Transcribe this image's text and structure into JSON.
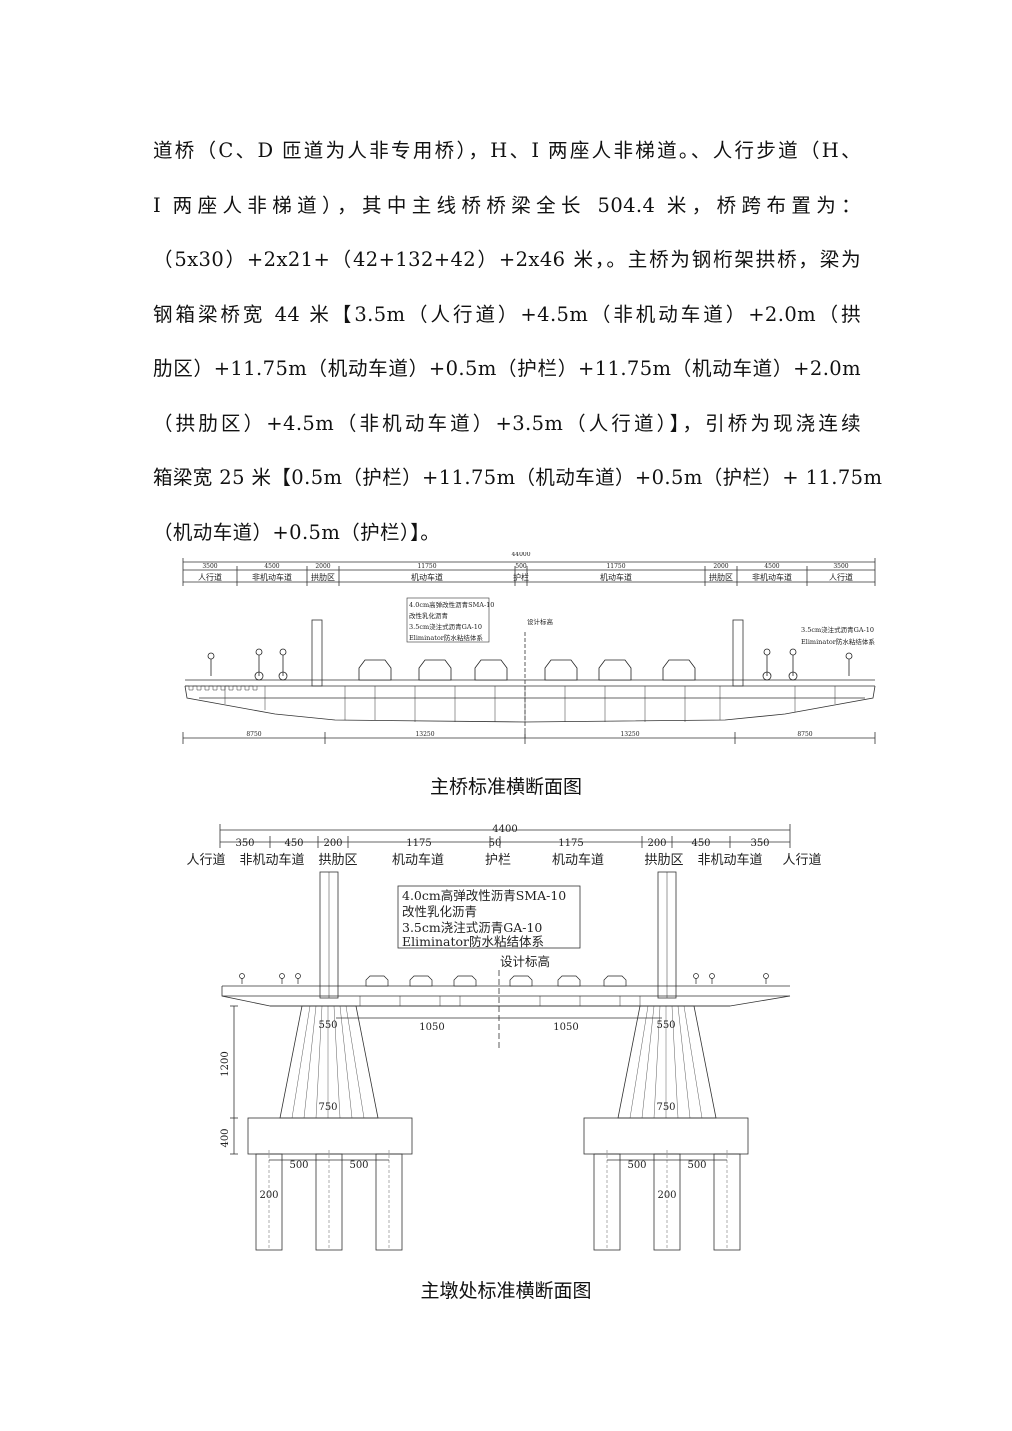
{
  "paragraph": {
    "lines": [
      "道桥（C、D 匝道为人非专用桥），H、I 两座人非梯道。、人行步道（H、",
      "I 两座人非梯道），其中主线桥桥梁全长 504.4 米，桥跨布置为：",
      "（5x30）+2x21+（42+132+42）+2x46 米，。主桥为钢桁架拱桥，梁为",
      "钢箱梁桥宽 44 米【3.5m（人行道）+4.5m（非机动车道）+2.0m（拱",
      "肋区）+11.75m（机动车道）+0.5m（护栏）+11.75m（机动车道）+2.0m",
      "（拱肋区）+4.5m（非机动车道）+3.5m（人行道）】，引桥为现浇连续",
      "箱梁宽 25 米【0.5m（护栏）+11.75m（机动车道）+0.5m（护栏）+ 11.75m",
      "（机动车道）+0.5m（护栏）】。"
    ]
  },
  "figure1": {
    "caption": "主桥标准横断面图",
    "total_width": "44000",
    "top_dims": [
      "3500",
      "4500",
      "2000",
      "11750",
      "500",
      "11750",
      "2000",
      "4500",
      "3500"
    ],
    "zones": [
      "人行道",
      "非机动车道",
      "拱肋区",
      "机动车道",
      "护栏",
      "机动车道",
      "拱肋区",
      "非机动车道",
      "人行道"
    ],
    "pavement_notes": [
      "4.0cm高弹改性沥青SMA-10",
      "改性乳化沥青",
      "3.5cm浇注式沥青GA-10",
      "Eliminator防水粘结体系"
    ],
    "right_notes": [
      "3.5cm浇注式沥青GA-10",
      "Eliminator防水粘结体系"
    ],
    "design_level": "设计标高",
    "bottom_dims": [
      "8750",
      "13250",
      "13250",
      "8750"
    ]
  },
  "figure2": {
    "caption": "主墩处标准横断面图",
    "total_width": "4400",
    "top_dims": [
      "350",
      "450",
      "200",
      "1175",
      "50",
      "1175",
      "200",
      "450",
      "350"
    ],
    "zones": [
      "人行道",
      "非机动车道",
      "拱肋区",
      "机动车道",
      "护栏",
      "机动车道",
      "拱肋区",
      "非机动车道",
      "人行道"
    ],
    "pavement_notes": [
      "4.0cm高弹改性沥青SMA-10",
      "改性乳化沥青",
      "3.5cm浇注式沥青GA-10",
      "Eliminator防水粘结体系"
    ],
    "design_level": "设计标高",
    "half_spans": [
      "1050",
      "1050"
    ],
    "pier_top": "550",
    "pier_bottom": "750",
    "pier_height": "1200",
    "cap_height": "400",
    "pile_spacing": [
      "500",
      "500"
    ],
    "pile_dia": "200"
  }
}
